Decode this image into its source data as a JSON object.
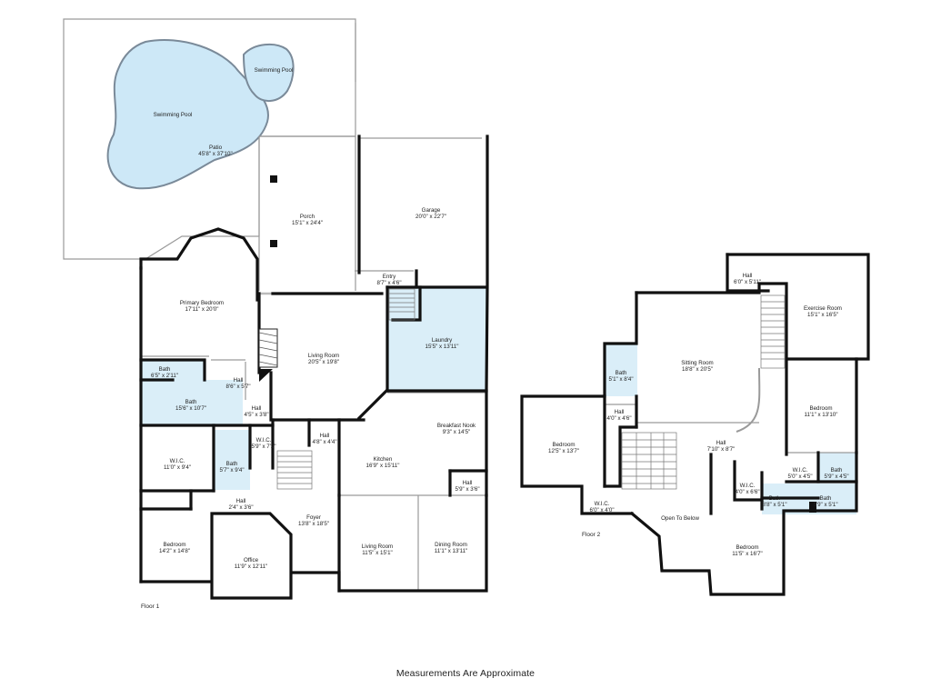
{
  "floors": [
    {
      "label": "Floor 1",
      "rooms": [
        {
          "name": "Swimming Pool",
          "dims": ""
        },
        {
          "name": "Swimming Pool",
          "dims": ""
        },
        {
          "name": "Patio",
          "dims": "45'8\" x 37'10\""
        },
        {
          "name": "Porch",
          "dims": "15'1\" x 24'4\""
        },
        {
          "name": "Garage",
          "dims": "20'0\" x 22'7\""
        },
        {
          "name": "Entry",
          "dims": "8'7\" x 4'6\""
        },
        {
          "name": "Primary Bedroom",
          "dims": "17'11\" x 20'0\""
        },
        {
          "name": "Laundry",
          "dims": "15'5\" x 13'11\""
        },
        {
          "name": "Living Room",
          "dims": "20'5\" x 19'8\""
        },
        {
          "name": "Bath",
          "dims": "6'5\" x 2'11\""
        },
        {
          "name": "Hall",
          "dims": "8'6\" x 5'7\""
        },
        {
          "name": "Bath",
          "dims": "15'6\" x 10'7\""
        },
        {
          "name": "Hall",
          "dims": "4'5\" x 3'8\""
        },
        {
          "name": "Breakfast Nook",
          "dims": "9'3\" x 14'5\""
        },
        {
          "name": "Hall",
          "dims": "4'8\" x 4'4\""
        },
        {
          "name": "W.I.C.",
          "dims": "5'9\" x 7'2\""
        },
        {
          "name": "W.I.C.",
          "dims": "11'0\" x 9'4\""
        },
        {
          "name": "Bath",
          "dims": "5'7\" x 9'4\""
        },
        {
          "name": "Kitchen",
          "dims": "16'9\" x 15'11\""
        },
        {
          "name": "Hall",
          "dims": "5'9\" x 3'6\""
        },
        {
          "name": "Hall",
          "dims": "2'4\" x 3'6\""
        },
        {
          "name": "Foyer",
          "dims": "13'8\" x 18'5\""
        },
        {
          "name": "Bedroom",
          "dims": "14'2\" x 14'8\""
        },
        {
          "name": "Living Room",
          "dims": "11'5\" x 15'1\""
        },
        {
          "name": "Dining Room",
          "dims": "11'1\" x 13'11\""
        },
        {
          "name": "Office",
          "dims": "11'9\" x 12'11\""
        }
      ]
    },
    {
      "label": "Floor 2",
      "rooms": [
        {
          "name": "Hall",
          "dims": "6'0\" x 5'11\""
        },
        {
          "name": "Exercise Room",
          "dims": "15'1\" x 16'5\""
        },
        {
          "name": "Sitting Room",
          "dims": "18'8\" x 20'5\""
        },
        {
          "name": "Bath",
          "dims": "5'1\" x 8'4\""
        },
        {
          "name": "Bedroom",
          "dims": "11'1\" x 13'10\""
        },
        {
          "name": "Hall",
          "dims": "4'0\" x 4'6\""
        },
        {
          "name": "Bedroom",
          "dims": "12'5\" x 13'7\""
        },
        {
          "name": "Hall",
          "dims": "7'10\" x 8'7\""
        },
        {
          "name": "W.I.C.",
          "dims": "5'0\" x 4'5\""
        },
        {
          "name": "Bath",
          "dims": "5'9\" x 4'5\""
        },
        {
          "name": "W.I.C.",
          "dims": "4'0\" x 6'6\""
        },
        {
          "name": "Bath",
          "dims": "8'8\" x 5'1\""
        },
        {
          "name": "Bath",
          "dims": "5'9\" x 5'1\""
        },
        {
          "name": "W.I.C.",
          "dims": "6'0\" x 4'0\""
        },
        {
          "name": "Open To Below",
          "dims": ""
        },
        {
          "name": "Bedroom",
          "dims": "11'5\" x 16'7\""
        }
      ]
    }
  ],
  "footer": "Measurements Are Approximate",
  "colors": {
    "wet_area": "#daeef8",
    "water": "#cde8f7",
    "wall": "#111111",
    "thin_wall": "#9a9a9a"
  }
}
